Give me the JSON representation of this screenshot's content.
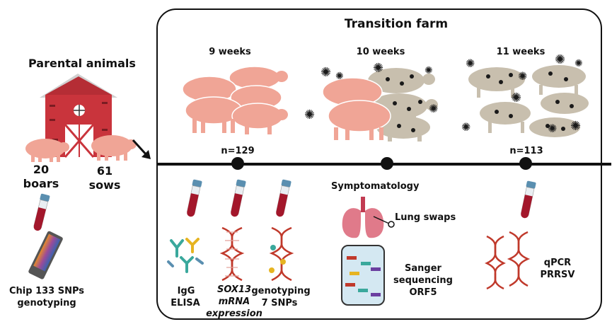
{
  "left": {
    "title": "Parental animals",
    "boars_count": "20",
    "boars_label": "boars",
    "sows_count": "61",
    "sows_label": "sows",
    "chip_line1": "Chip 133 SNPs",
    "chip_line2": "genotyping"
  },
  "farm": {
    "title": "Transition farm",
    "stages": [
      {
        "label": "9 weeks"
      },
      {
        "label": "10 weeks"
      },
      {
        "label": "11 weeks"
      }
    ],
    "n_first": "n=129",
    "n_last": "n=113"
  },
  "assays": {
    "igg_line1": "IgG",
    "igg_line2": "ELISA",
    "sox_line1": "SOX13",
    "sox_line2": "mRNA",
    "sox_line3": "expression",
    "geno_line1": "genotyping",
    "geno_line2": "7 SNPs",
    "symptomatology": "Symptomatology",
    "lung_swaps": "Lung swaps",
    "sanger_line1": "Sanger",
    "sanger_line2": "sequencing",
    "sanger_line3": "ORF5",
    "qpcr_line1": "qPCR",
    "qpcr_line2": "PRRSV"
  },
  "colors": {
    "pig_healthy": "#f0a596",
    "pig_infected": "#c8bfae",
    "barn_red": "#c9343c",
    "tube_blood": "#a3172b",
    "tube_cap": "#5a8fb0",
    "dna": "#c0392b",
    "virus": "#1a1a1a"
  }
}
